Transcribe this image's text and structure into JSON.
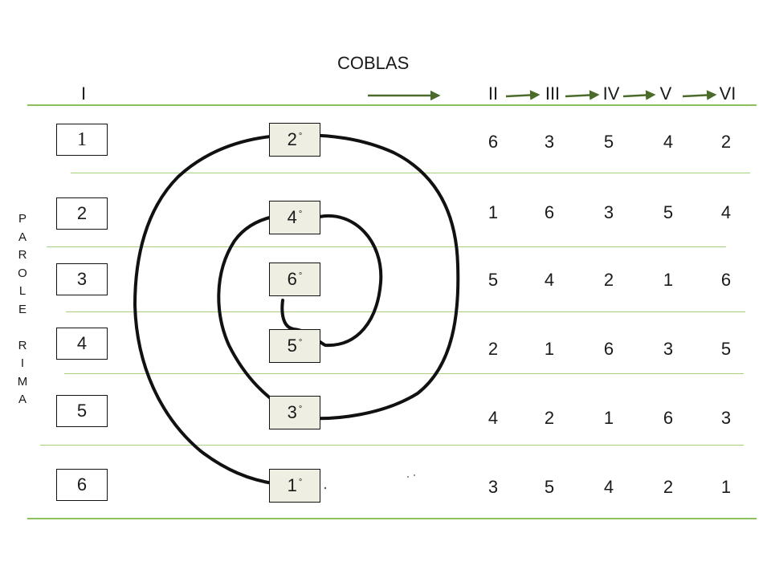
{
  "title": "COBLAS",
  "first_column": "I",
  "stanzas": [
    "II",
    "III",
    "IV",
    "V",
    "VI"
  ],
  "left_label_letters": [
    "P",
    "A",
    "R",
    "O",
    "L",
    "E",
    "",
    "R",
    "I",
    "M",
    "A"
  ],
  "word_boxes": [
    "1",
    "2",
    "3",
    "4",
    "5",
    "6"
  ],
  "spiral_order": [
    {
      "label": "2",
      "mark": "°"
    },
    {
      "label": "4",
      "mark": "°"
    },
    {
      "label": "6",
      "mark": "°"
    },
    {
      "label": "5",
      "mark": "°"
    },
    {
      "label": "3",
      "mark": "°"
    },
    {
      "label": "1",
      "mark": "°"
    }
  ],
  "table": [
    [
      "6",
      "3",
      "5",
      "4",
      "2"
    ],
    [
      "1",
      "6",
      "3",
      "5",
      "4"
    ],
    [
      "5",
      "4",
      "2",
      "1",
      "6"
    ],
    [
      "2",
      "1",
      "6",
      "3",
      "5"
    ],
    [
      "4",
      "2",
      "1",
      "6",
      "3"
    ],
    [
      "3",
      "5",
      "4",
      "2",
      "1"
    ]
  ],
  "colors": {
    "line": "#8cc05a",
    "arrow": "#4b6b2a",
    "spiral": "#111111",
    "box_fill": "#eeeee2"
  }
}
